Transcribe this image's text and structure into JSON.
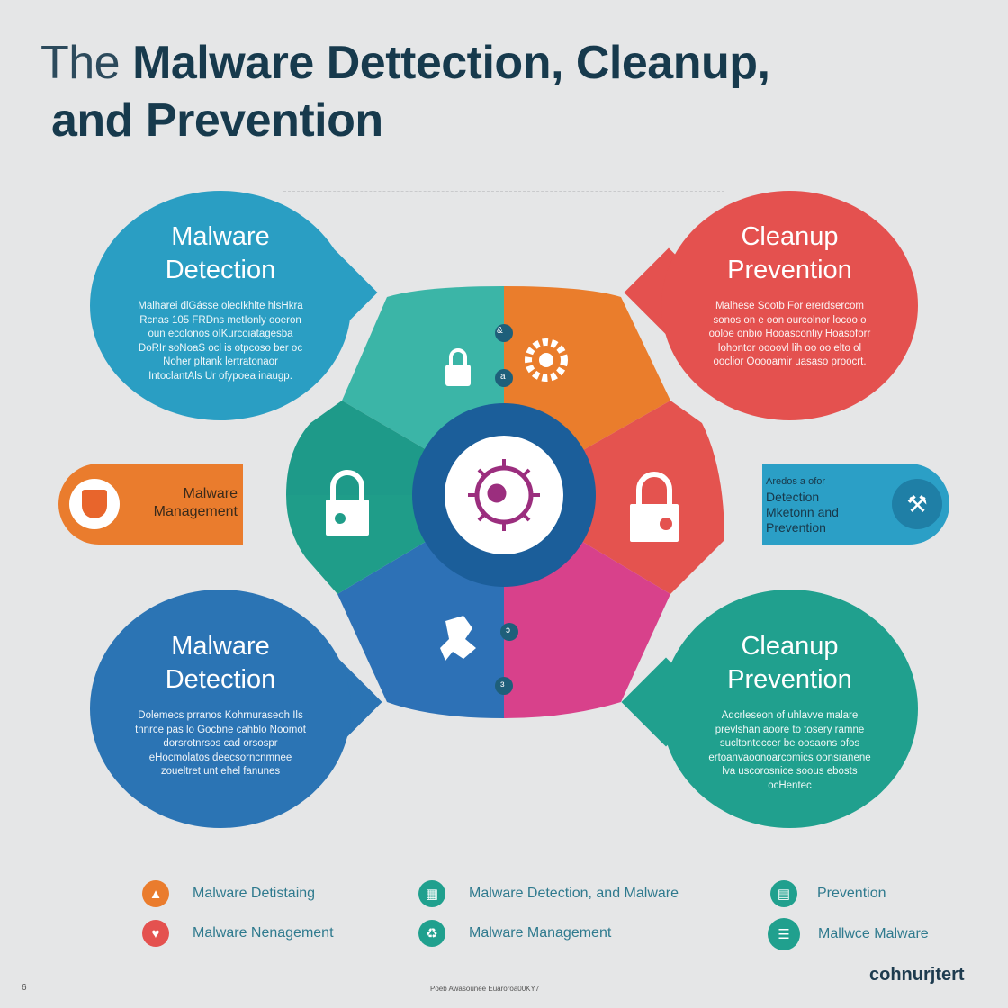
{
  "title": {
    "light": "The",
    "bold_line1": "Malware Dettection, Cleanup,",
    "line2": "and Prevention"
  },
  "bubbles": [
    {
      "title1": "Malware",
      "title2": "Detection",
      "body": "Malharei dlGásse olecIkhlte hlsHkra Rcnas 105 FRDns metIonly ooeron oun ecolonos oIKurcoiatagesba DoRIr soNoaS ocl is otpcoso ber oc Noher pItank lertratonaor IntoclantAls Ur ofypoea inaugp.",
      "color": "#2a9ec3"
    },
    {
      "title1": "Cleanup",
      "title2": "Prevention",
      "body": "Malhese Sootb For ererdsercom sonos on e oon ourcolnor locoo o ooloe onbio Hooascontiy Hoasoforr lohontor oooovl lih oo oo elto ol ooclior Ooooamir uasaso proocrt.",
      "color": "#e4514f"
    },
    {
      "title1": "Malware",
      "title2": "Detection",
      "body": "Dolemecs prranos Kohrnuraseoh Ils tnnrce pas lo Gocbne cahblo Noomot dorsrotnrsos cad orsospr eHocmolatos deecsorncnmnee zoueltret unt ehel fanunes",
      "color": "#2b74b4"
    },
    {
      "title1": "Cleanup",
      "title2": "Prevention",
      "body": "Adcrleseon of uhlavve malare prevlshan aoore to tosery ramne sucltonteccer be oosaons ofos ertoanvaoonoarcomics oonsranene lva uscorosnice soous ebosts ocHentec",
      "color": "#20a08e"
    }
  ],
  "side_left": {
    "line1": "Malware",
    "line2": "Management",
    "color": "#ea7c2d"
  },
  "side_right": {
    "line1": "Aredos a ofor",
    "line2": "Detection",
    "line3": "Mketonn and",
    "line4": "Prevention",
    "color": "#2b9fc6"
  },
  "center": {
    "badges": [
      "&",
      "a",
      "ɔ",
      "ɜ"
    ]
  },
  "legend": [
    {
      "label": "Malware Detistaing",
      "color": "#ea7c2d",
      "icon": "up-arrow-icon"
    },
    {
      "label": "Malware Detection, and Malware",
      "color": "#20a08e",
      "icon": "grid-icon"
    },
    {
      "label": "Prevention",
      "color": "#20a08e",
      "icon": "document-icon"
    },
    {
      "label": "Malware Nenagement",
      "color": "#e4514f",
      "icon": "heart-icon"
    },
    {
      "label": "Malware Management",
      "color": "#20a08e",
      "icon": "recycle-icon"
    },
    {
      "label": "Mallwce Malware",
      "color": "#20a08e",
      "icon": "server-icon"
    }
  ],
  "footer": {
    "page": "6",
    "source": "Poeb Awasounee Euaroroa00KY7",
    "logo": "cohnurjtert"
  }
}
